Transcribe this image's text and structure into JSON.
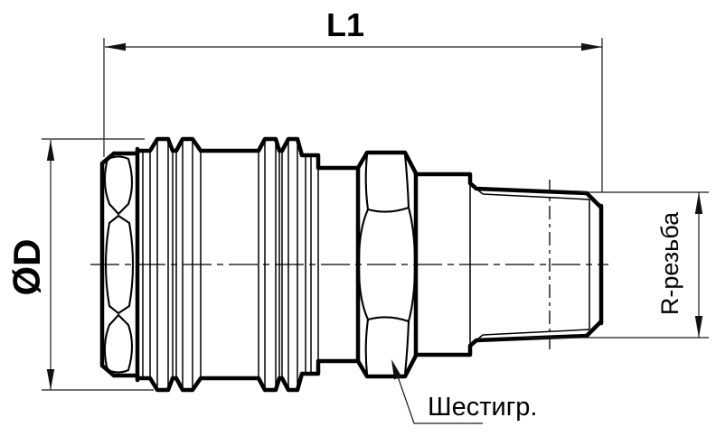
{
  "drawing": {
    "background_color": "#ffffff",
    "line_color": "#000000",
    "dimension_line_color": "#1a1a1a",
    "dimensions": {
      "length": {
        "label": "L1",
        "orientation": "horizontal"
      },
      "outer_diameter": {
        "label": "ØD",
        "orientation": "vertical"
      },
      "thread": {
        "label": "R-резьба",
        "orientation": "vertical"
      }
    },
    "callouts": {
      "hex_flats": {
        "label": "Шестигр."
      }
    }
  }
}
